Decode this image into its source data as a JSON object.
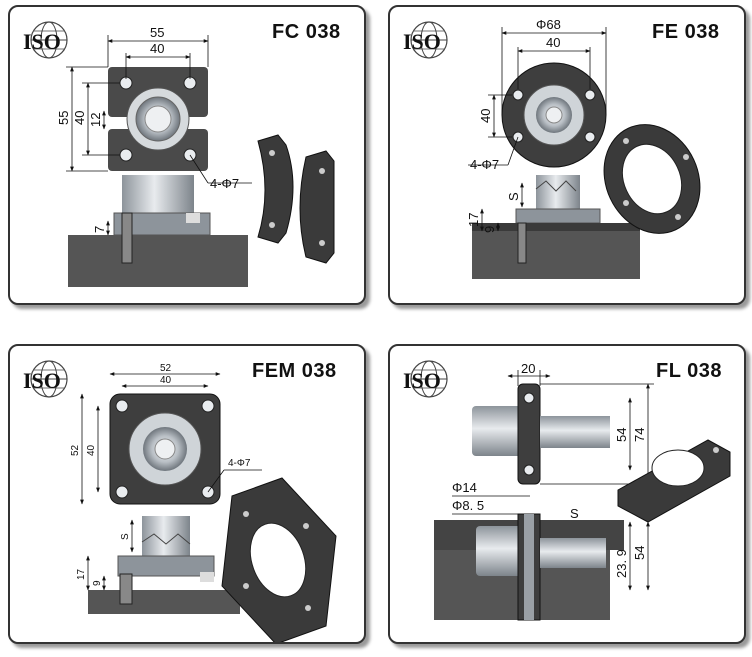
{
  "panels": [
    {
      "id": "fc",
      "title": "FC 038",
      "logo": "ISO",
      "dims": {
        "width_outer": "55",
        "width_inner": "40",
        "height_outer": "55",
        "height_inner": "40",
        "center": "12",
        "holes": "4-Φ7",
        "depth": "7"
      }
    },
    {
      "id": "fe",
      "title": "FE 038",
      "logo": "ISO",
      "dims": {
        "diameter": "Φ68",
        "width_inner": "40",
        "height_inner": "40",
        "holes": "4-Φ7",
        "stroke": "S",
        "h1": "17",
        "h2": "9"
      }
    },
    {
      "id": "fem",
      "title": "FEM 038",
      "logo": "ISO",
      "dims": {
        "width_outer": "52",
        "width_inner": "40",
        "height_outer": "52",
        "height_inner": "40",
        "holes": "4-Φ7",
        "stroke": "S",
        "h1": "17",
        "h2": "9"
      }
    },
    {
      "id": "fl",
      "title": "FL 038",
      "logo": "ISO",
      "dims": {
        "width": "20",
        "h_outer": "74",
        "h_inner": "54",
        "d1": "Φ14",
        "d2": "Φ8. 5",
        "stroke": "S",
        "b_outer": "54",
        "b_inner": "23. 9"
      }
    }
  ],
  "colors": {
    "border": "#333333",
    "body_dark": "#3a3a3a",
    "body_mid": "#5a5a5a",
    "metal": "#b8bec4",
    "metal_light": "#dfe3e6",
    "base": "#555555"
  }
}
